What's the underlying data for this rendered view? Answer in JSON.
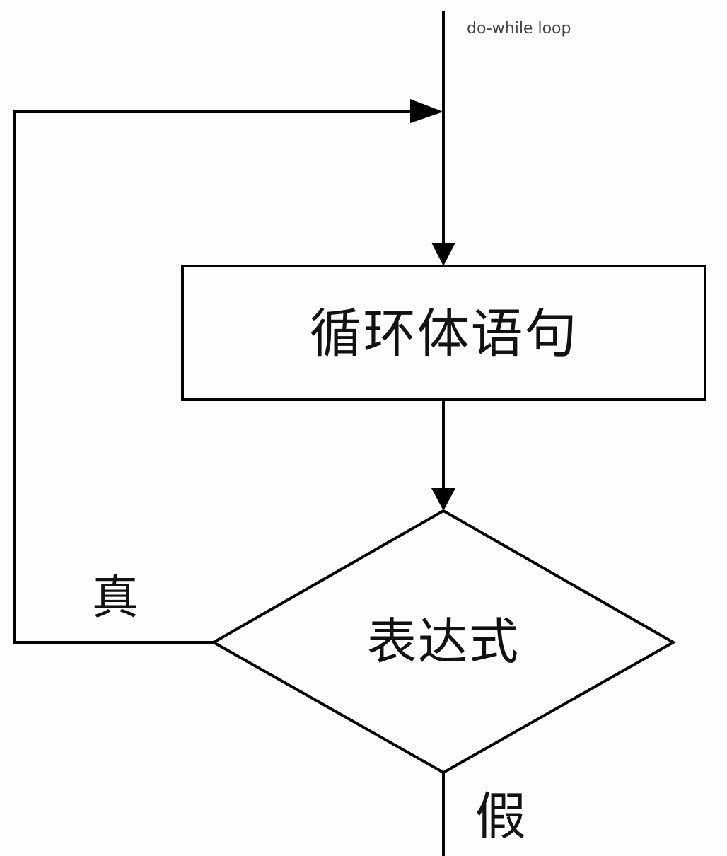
{
  "diagram": {
    "type": "flowchart",
    "title": "do-while loop",
    "nodes": [
      {
        "id": "body",
        "shape": "rectangle",
        "label": "循环体语句"
      },
      {
        "id": "cond",
        "shape": "diamond",
        "label": "表达式"
      }
    ],
    "edges": [
      {
        "from": "entry",
        "to": "body"
      },
      {
        "from": "body",
        "to": "cond"
      },
      {
        "from": "cond",
        "to": "body",
        "label": "真"
      },
      {
        "from": "cond",
        "to": "exit",
        "label": "假"
      }
    ],
    "colors": {
      "stroke": "#000000",
      "background": "#fdfdfe",
      "text": "#111111"
    }
  }
}
